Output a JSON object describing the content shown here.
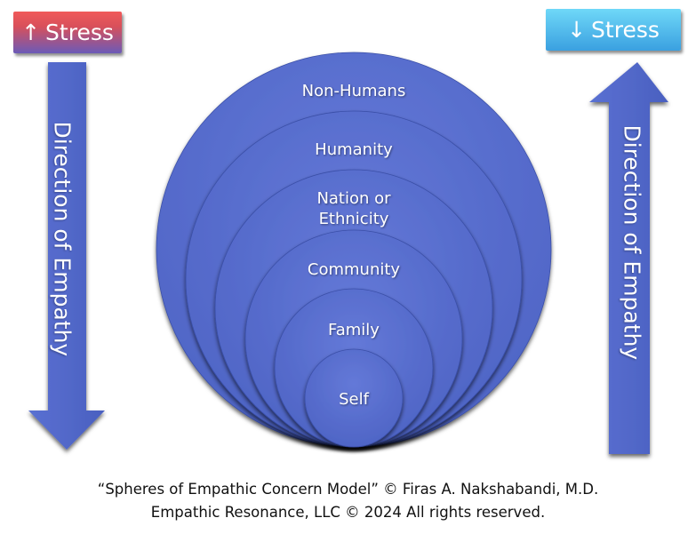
{
  "stress_left": {
    "icon": "up-arrow-icon",
    "arrow": "↑",
    "label": "Stress"
  },
  "stress_right": {
    "icon": "down-arrow-icon",
    "arrow": "↓",
    "label": "Stress"
  },
  "arrow_left_label": "Direction of Empathy",
  "arrow_right_label": "Direction of Empathy",
  "spheres": [
    "Non-Humans",
    "Humanity",
    "Nation or Ethnicity",
    "Community",
    "Family",
    "Self"
  ],
  "caption": {
    "line1": "“Spheres of Empathic Concern Model” © Firas A. Nakshabandi, M.D.",
    "line2": "Empathic Resonance, LLC © 2024 All rights reserved."
  },
  "colors": {
    "sphere": "#5b72d2",
    "arrow": "#5068c8",
    "stress_up": "#e05058",
    "stress_down": "#4ab8ec"
  }
}
